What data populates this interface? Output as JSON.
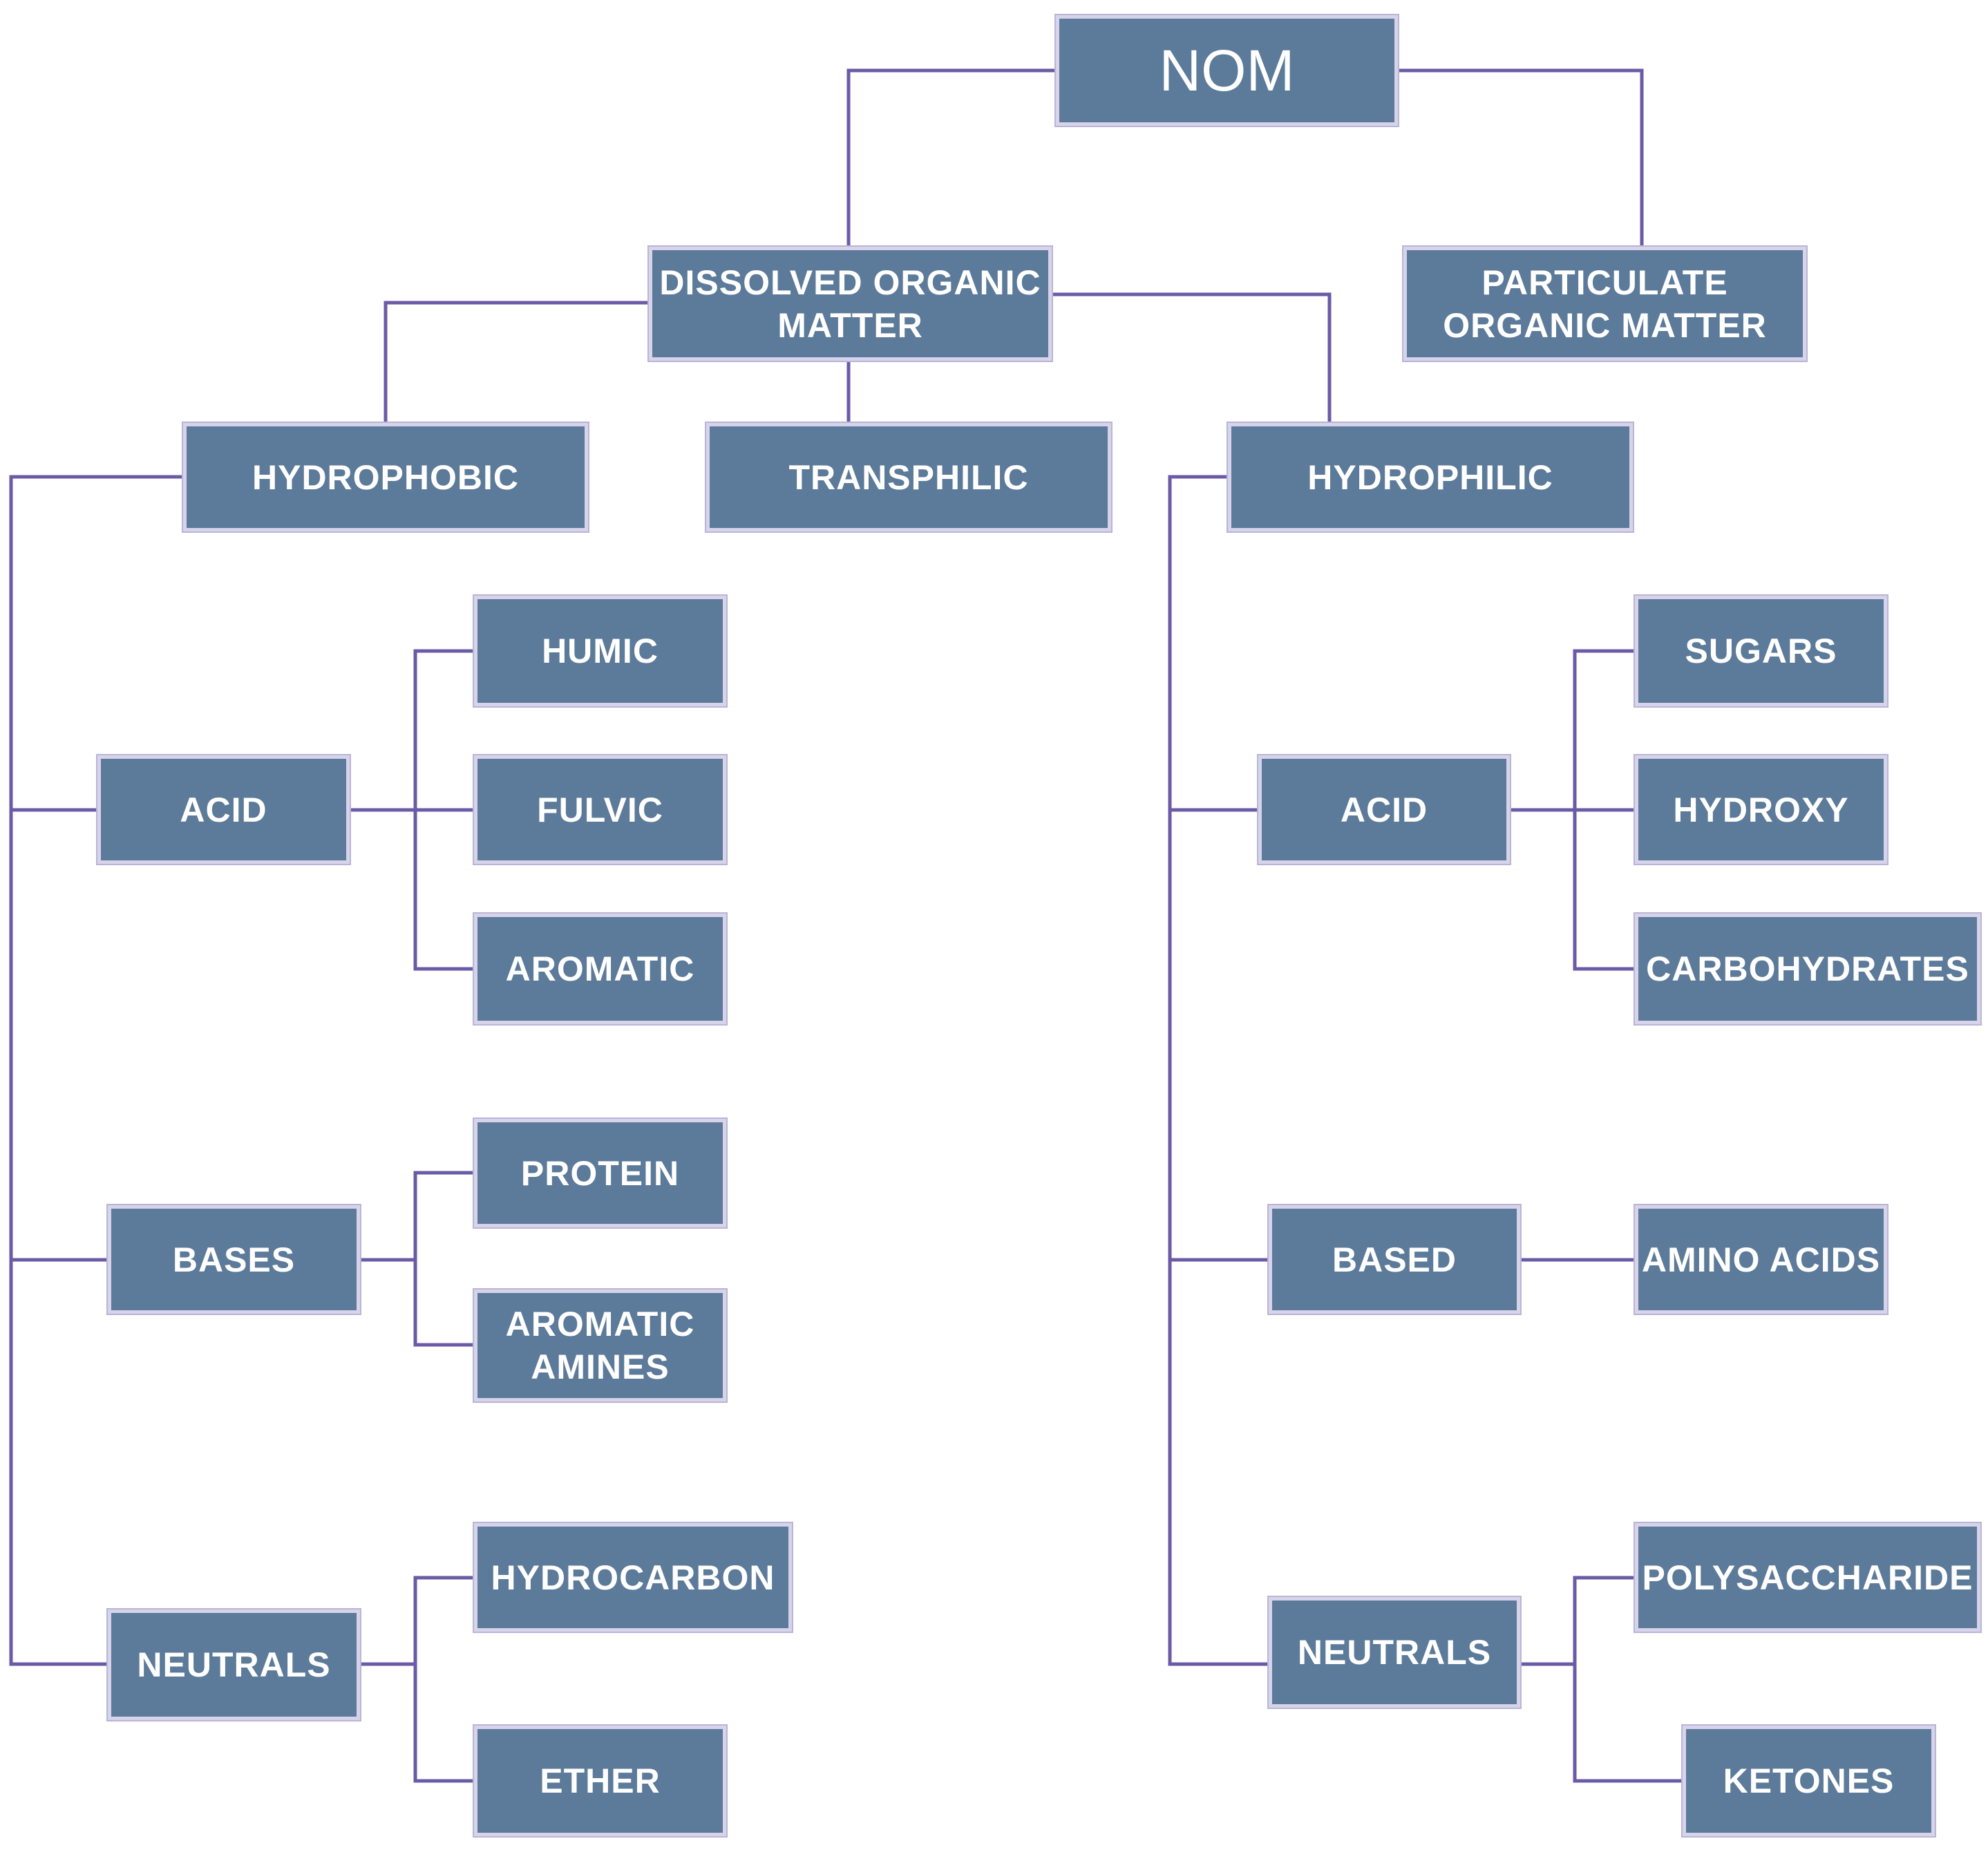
{
  "nodes": {
    "nom": "NOM",
    "dissolved": "DISSOLVED ORGANIC\nMATTER",
    "particulate": "PARTICULATE\nORGANIC MATTER",
    "hydrophobic": "HYDROPHOBIC",
    "transphilic": "TRANSPHILIC",
    "hydrophilic": "HYDROPHILIC",
    "hydrophobic_acid": "ACID",
    "humic": "HUMIC",
    "fulvic": "FULVIC",
    "aromatic": "AROMATIC",
    "hydrophobic_bases": "BASES",
    "protein": "PROTEIN",
    "aromatic_amines": "AROMATIC\nAMINES",
    "hydrophobic_neutrals": "NEUTRALS",
    "hydrocarbon": "HYDROCARBON",
    "ether": "ETHER",
    "hydrophilic_acid": "ACID",
    "sugars": "SUGARS",
    "hydroxy": "HYDROXY",
    "carbohydrates": "CARBOHYDRATES",
    "hydrophilic_based": "BASED",
    "amino_acids": "AMINO ACIDS",
    "hydrophilic_neutrals": "NEUTRALS",
    "polysaccharide": "POLYSACCHARIDE",
    "ketones": "KETONES"
  },
  "colors": {
    "box_fill": "#5c7a99",
    "box_border": "#d6d3ea",
    "connector": "#6b5aa6",
    "text": "#ffffff"
  }
}
